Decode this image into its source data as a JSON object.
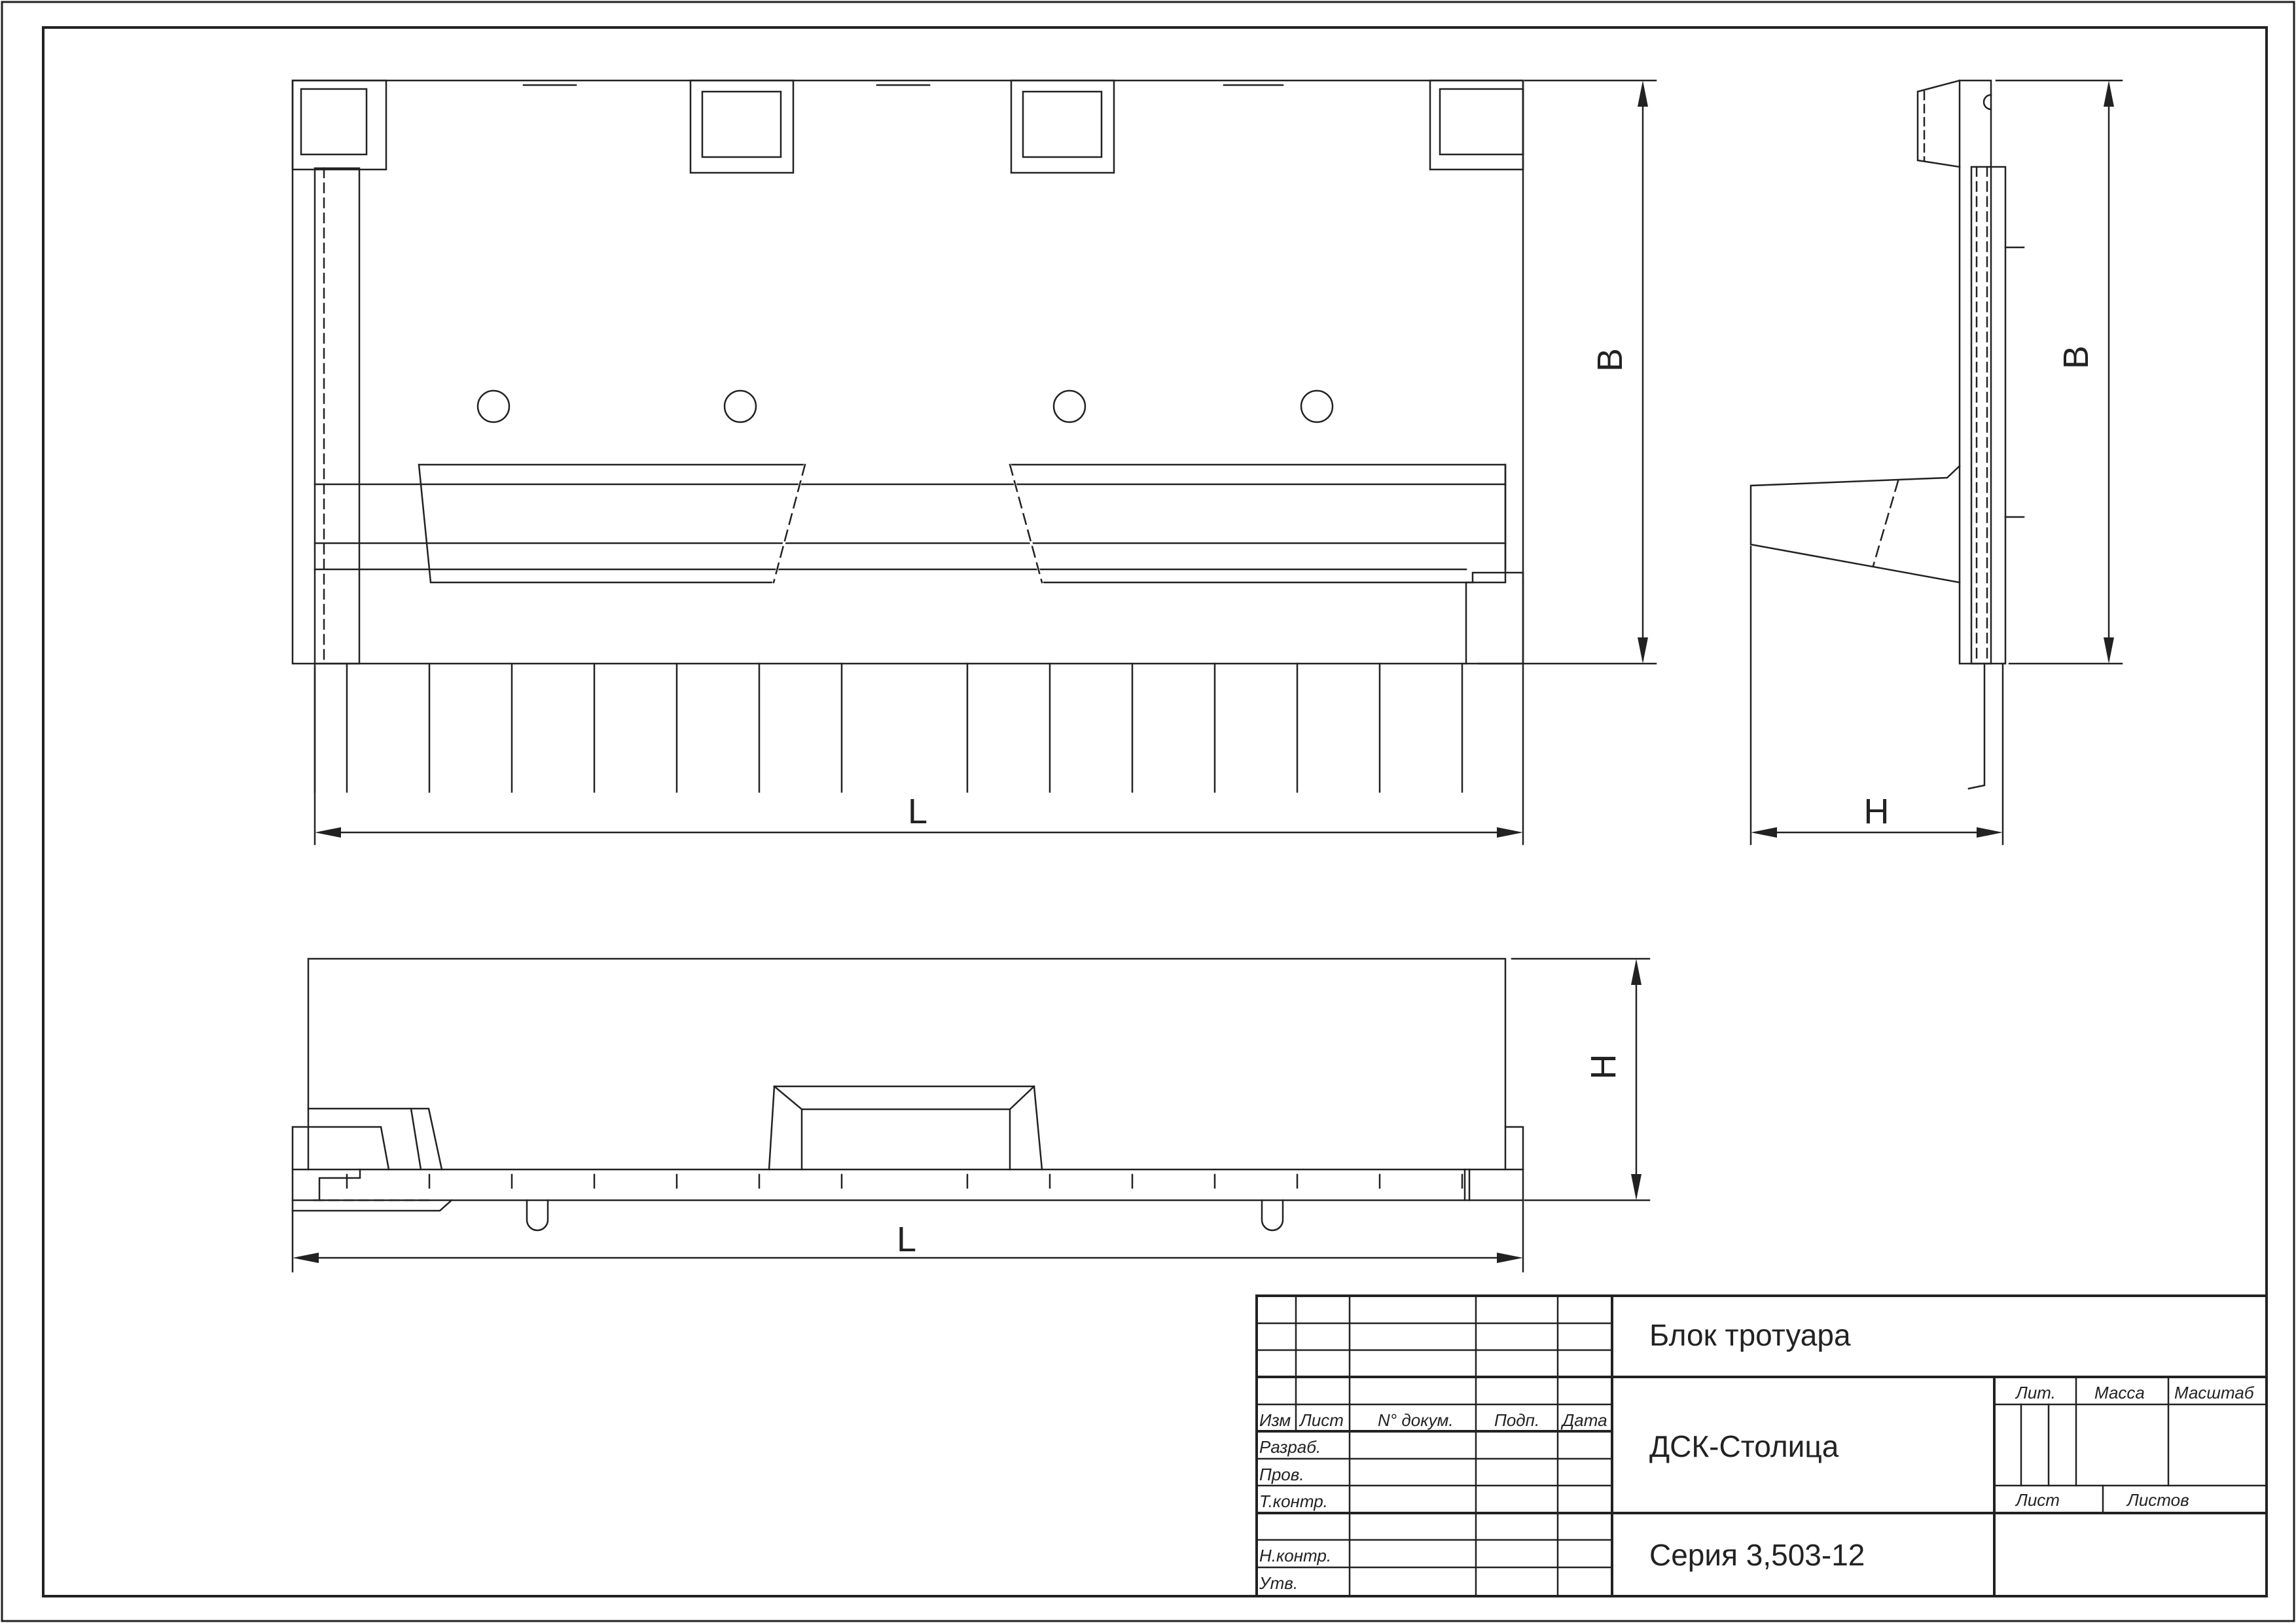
{
  "views": {
    "front": {
      "dim_length": "L",
      "dim_height": "B"
    },
    "side": {
      "dim_height": "B",
      "dim_width": "H"
    },
    "plan": {
      "dim_length": "L",
      "dim_height": "H"
    }
  },
  "title_block": {
    "title": "Блок тротуара",
    "organization": "ДСК-Столица",
    "series": "Серия 3,503-12",
    "columns": {
      "change": "Изм",
      "sheet": "Лист",
      "doc_no": "N° докум.",
      "signature": "Подп.",
      "date": "Дата"
    },
    "roles": {
      "developed": "Разраб.",
      "checked": "Пров.",
      "tech_control": "Т.контр.",
      "norm_control": "Н.контр.",
      "approved": "Утв."
    },
    "fields": {
      "letter": "Лит.",
      "mass": "Масса",
      "scale": "Масштаб",
      "sheet": "Лист",
      "sheets": "Листов"
    }
  },
  "colors": {
    "line": "#222222",
    "background": "#ffffff"
  }
}
